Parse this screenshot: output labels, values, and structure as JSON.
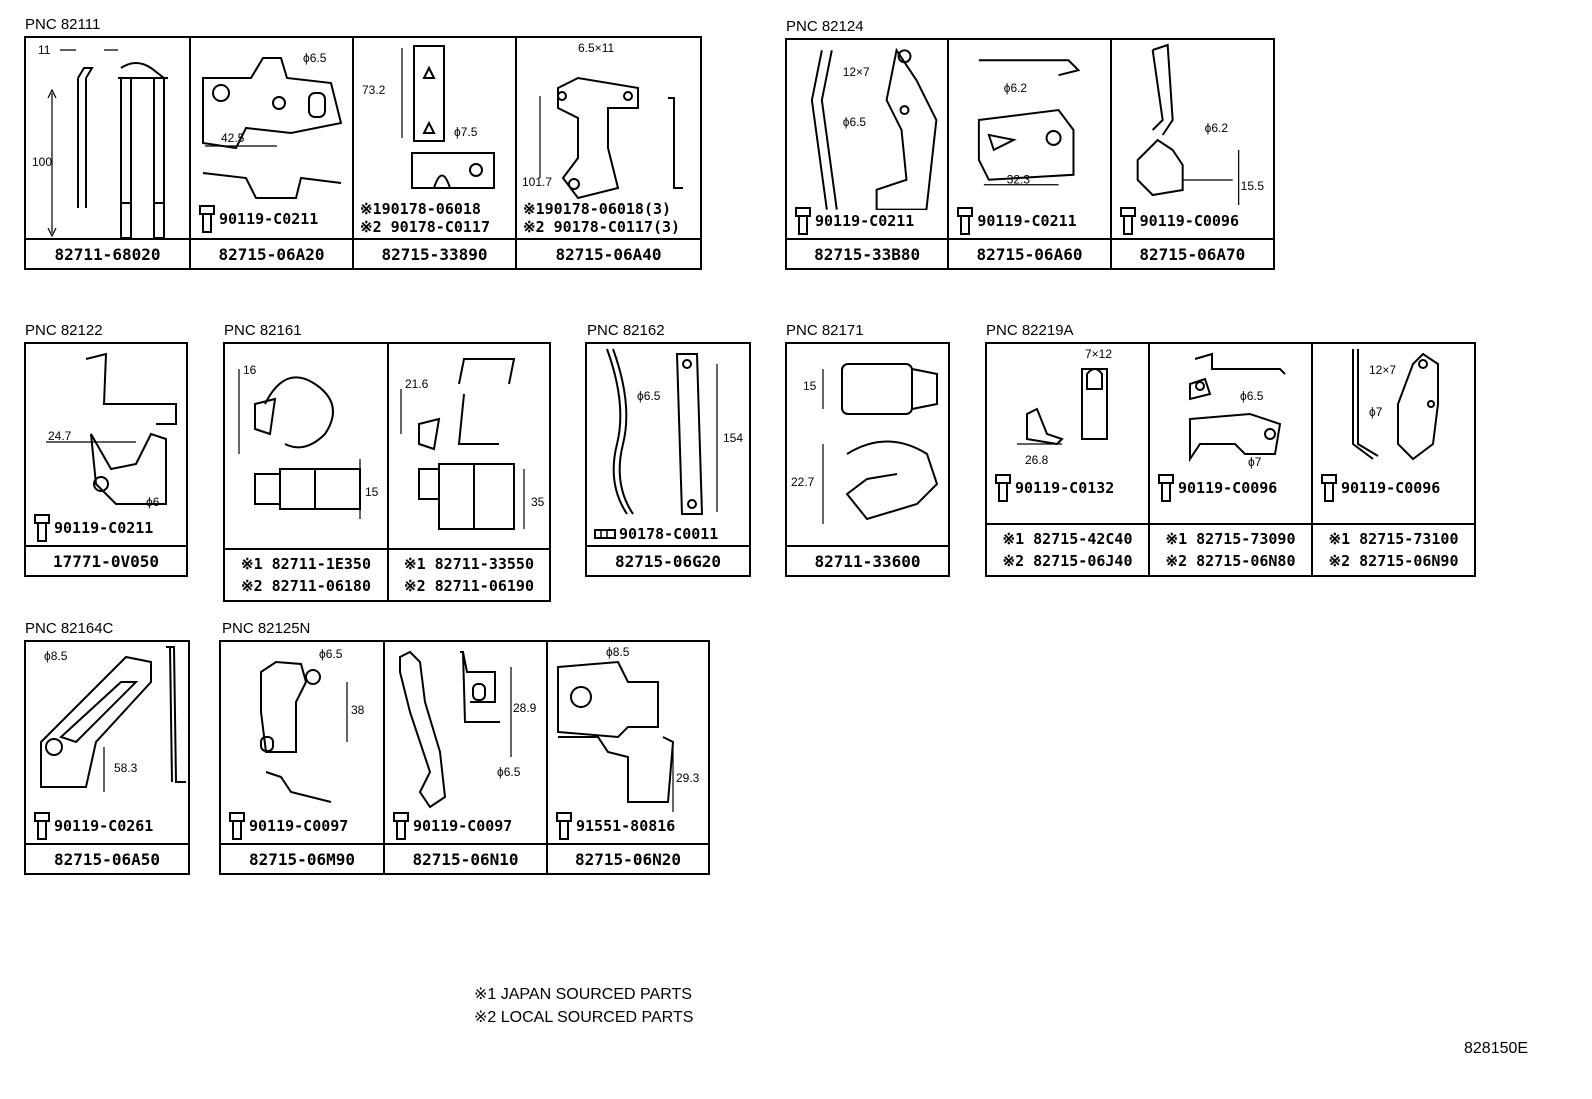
{
  "groups": [
    {
      "pnc": "PNC 82111",
      "cells": [
        {
          "dims": [
            "11",
            "100"
          ],
          "fasteners": [],
          "parts": [
            "82711-68020"
          ]
        },
        {
          "dims": [
            "ϕ6.5",
            "42.5"
          ],
          "fasteners": [
            "90119-C0211"
          ],
          "parts": [
            "82715-06A20"
          ]
        },
        {
          "dims": [
            "73.2",
            "ϕ7.5"
          ],
          "fasteners": [
            "※190178-06018",
            "※2 90178-C0117"
          ],
          "parts": [
            "82715-33890"
          ]
        },
        {
          "dims": [
            "6.5×11",
            "101.7"
          ],
          "fasteners": [
            "※190178-06018(3)",
            "※2 90178-C0117(3)"
          ],
          "parts": [
            "82715-06A40"
          ]
        }
      ]
    },
    {
      "pnc": "PNC 82124",
      "cells": [
        {
          "dims": [
            "12×7",
            "ϕ6.5"
          ],
          "fasteners": [
            "90119-C0211"
          ],
          "parts": [
            "82715-33B80"
          ]
        },
        {
          "dims": [
            "ϕ6.2",
            "32.3"
          ],
          "fasteners": [
            "90119-C0211"
          ],
          "parts": [
            "82715-06A60"
          ]
        },
        {
          "dims": [
            "ϕ6.2",
            "15.5"
          ],
          "fasteners": [
            "90119-C0096"
          ],
          "parts": [
            "82715-06A70"
          ]
        }
      ]
    },
    {
      "pnc": "PNC 82122",
      "cells": [
        {
          "dims": [
            "24.7",
            "ϕ6"
          ],
          "fasteners": [
            "90119-C0211"
          ],
          "parts": [
            "17771-0V050"
          ]
        }
      ]
    },
    {
      "pnc": "PNC 82161",
      "cells": [
        {
          "dims": [
            "16",
            "15"
          ],
          "fasteners": [],
          "parts": [
            "※1  82711-1E350",
            "※2  82711-06180"
          ]
        },
        {
          "dims": [
            "21.6",
            "35"
          ],
          "fasteners": [],
          "parts": [
            "※1  82711-33550",
            "※2  82711-06190"
          ]
        }
      ]
    },
    {
      "pnc": "PNC 82162",
      "cells": [
        {
          "dims": [
            "ϕ6.5",
            "154"
          ],
          "fasteners": [
            "90178-C0011"
          ],
          "parts": [
            "82715-06G20"
          ]
        }
      ]
    },
    {
      "pnc": "PNC 82171",
      "cells": [
        {
          "dims": [
            "15",
            "22.7"
          ],
          "fasteners": [],
          "parts": [
            "82711-33600"
          ]
        }
      ]
    },
    {
      "pnc": "PNC 82219A",
      "cells": [
        {
          "dims": [
            "7×12",
            "26.8"
          ],
          "fasteners": [
            "90119-C0132"
          ],
          "parts": [
            "※1  82715-42C40",
            "※2  82715-06J40"
          ]
        },
        {
          "dims": [
            "ϕ6.5",
            "ϕ7"
          ],
          "fasteners": [
            "90119-C0096"
          ],
          "parts": [
            "※1  82715-73090",
            "※2  82715-06N80"
          ]
        },
        {
          "dims": [
            "12×7",
            "ϕ7"
          ],
          "fasteners": [
            "90119-C0096"
          ],
          "parts": [
            "※1  82715-73100",
            "※2  82715-06N90"
          ]
        }
      ]
    },
    {
      "pnc": "PNC 82164C",
      "cells": [
        {
          "dims": [
            "ϕ8.5",
            "58.3"
          ],
          "fasteners": [
            "90119-C0261"
          ],
          "parts": [
            "82715-06A50"
          ]
        }
      ]
    },
    {
      "pnc": "PNC 82125N",
      "cells": [
        {
          "dims": [
            "ϕ6.5",
            "38"
          ],
          "fasteners": [
            "90119-C0097"
          ],
          "parts": [
            "82715-06M90"
          ]
        },
        {
          "dims": [
            "28.9",
            "ϕ6.5"
          ],
          "fasteners": [
            "90119-C0097"
          ],
          "parts": [
            "82715-06N10"
          ]
        },
        {
          "dims": [
            "ϕ8.5",
            "29.3"
          ],
          "fasteners": [
            "91551-80816"
          ],
          "parts": [
            "82715-06N20"
          ]
        }
      ]
    }
  ],
  "legend": [
    "※1 JAPAN SOURCED PARTS",
    "※2 LOCAL SOURCED PARTS"
  ],
  "diagram_code": "828150E",
  "icons": {
    "bolt": "bolt-icon",
    "clip": "clip-icon"
  }
}
